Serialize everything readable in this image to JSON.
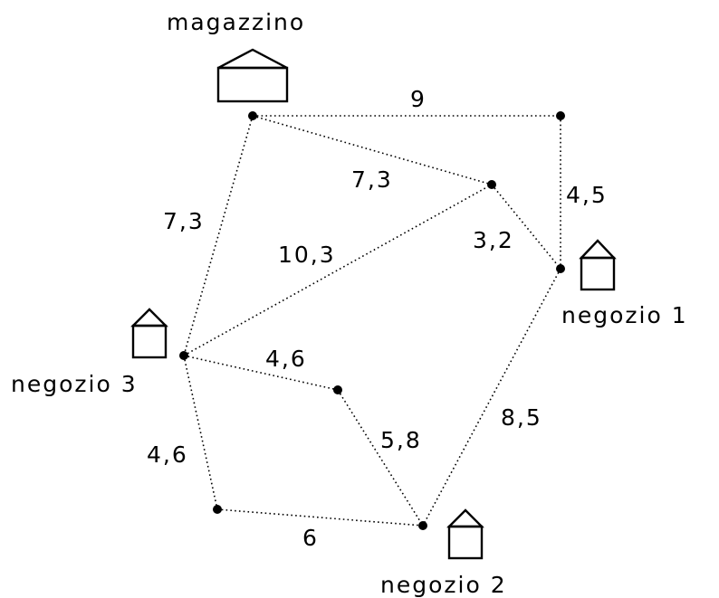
{
  "places": {
    "warehouse": "magazzino",
    "shop1": "negozio 1",
    "shop2": "negozio 2",
    "shop3": "negozio 3"
  },
  "edges": [
    {
      "from": "magazzino",
      "to": "top-right",
      "weight": "9"
    },
    {
      "from": "magazzino",
      "to": "center-right",
      "weight": "7,3"
    },
    {
      "from": "top-right",
      "to": "negozio 1",
      "weight": "4,5"
    },
    {
      "from": "center-right",
      "to": "negozio 1",
      "weight": "3,2"
    },
    {
      "from": "magazzino",
      "to": "negozio 3",
      "weight": "7,3"
    },
    {
      "from": "negozio 3",
      "to": "center-right",
      "weight": "10,3"
    },
    {
      "from": "negozio 3",
      "to": "center",
      "weight": "4,6"
    },
    {
      "from": "center",
      "to": "negozio 2",
      "weight": "5,8"
    },
    {
      "from": "negozio 1",
      "to": "negozio 2",
      "weight": "8,5"
    },
    {
      "from": "negozio 3",
      "to": "bottom-left",
      "weight": "4,6"
    },
    {
      "from": "bottom-left",
      "to": "negozio 2",
      "weight": "6"
    }
  ],
  "colors": {
    "line": "#000000",
    "background": "#ffffff"
  },
  "icons": {
    "warehouse": "warehouse-icon",
    "shop": "shop-icon"
  }
}
